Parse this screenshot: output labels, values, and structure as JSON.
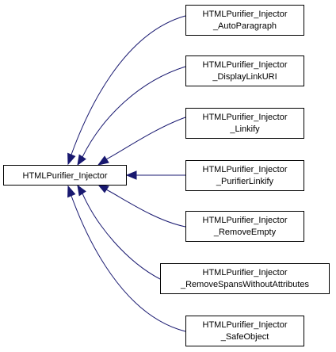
{
  "diagram": {
    "type": "inheritance-graph",
    "edge_color": "#191970",
    "base": {
      "label": "HTMLPurifier_Injector"
    },
    "children": [
      {
        "line1": "HTMLPurifier_Injector",
        "line2": "_AutoParagraph"
      },
      {
        "line1": "HTMLPurifier_Injector",
        "line2": "_DisplayLinkURI"
      },
      {
        "line1": "HTMLPurifier_Injector",
        "line2": "_Linkify"
      },
      {
        "line1": "HTMLPurifier_Injector",
        "line2": "_PurifierLinkify"
      },
      {
        "line1": "HTMLPurifier_Injector",
        "line2": "_RemoveEmpty"
      },
      {
        "line1": "HTMLPurifier_Injector",
        "line2": "_RemoveSpansWithoutAttributes"
      },
      {
        "line1": "HTMLPurifier_Injector",
        "line2": "_SafeObject"
      }
    ]
  }
}
